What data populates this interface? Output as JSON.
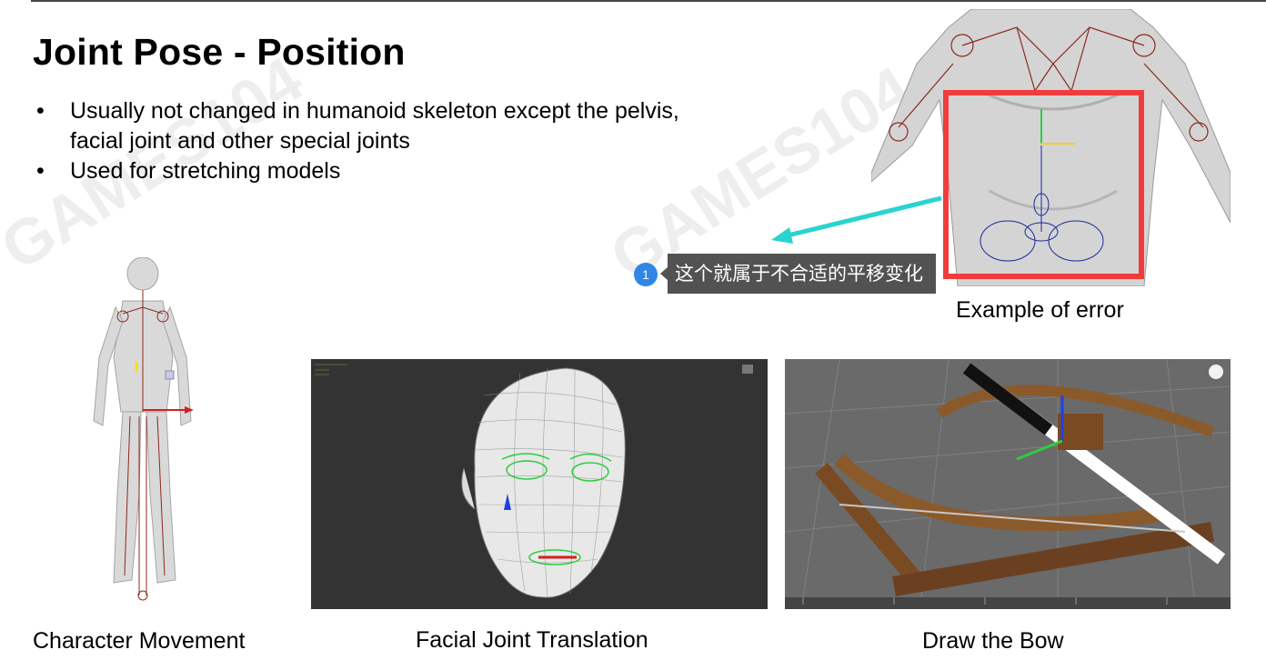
{
  "title": "Joint Pose - Position",
  "bullets": [
    "Usually not changed in humanoid skeleton except the pelvis, facial joint and other special joints",
    "Used for stretching models"
  ],
  "bullet_glyph": "•",
  "annotation": {
    "number": "1",
    "text": "这个就属于不合适的平移变化"
  },
  "captions": {
    "error": "Example of error",
    "character": "Character Movement",
    "facial": "Facial Joint Translation",
    "bow": "Draw the Bow"
  },
  "colors": {
    "highlight_box": "#f03c3c",
    "arrow": "#29d3d0",
    "badge": "#2f86e6",
    "viewport_bg": "#333333"
  }
}
